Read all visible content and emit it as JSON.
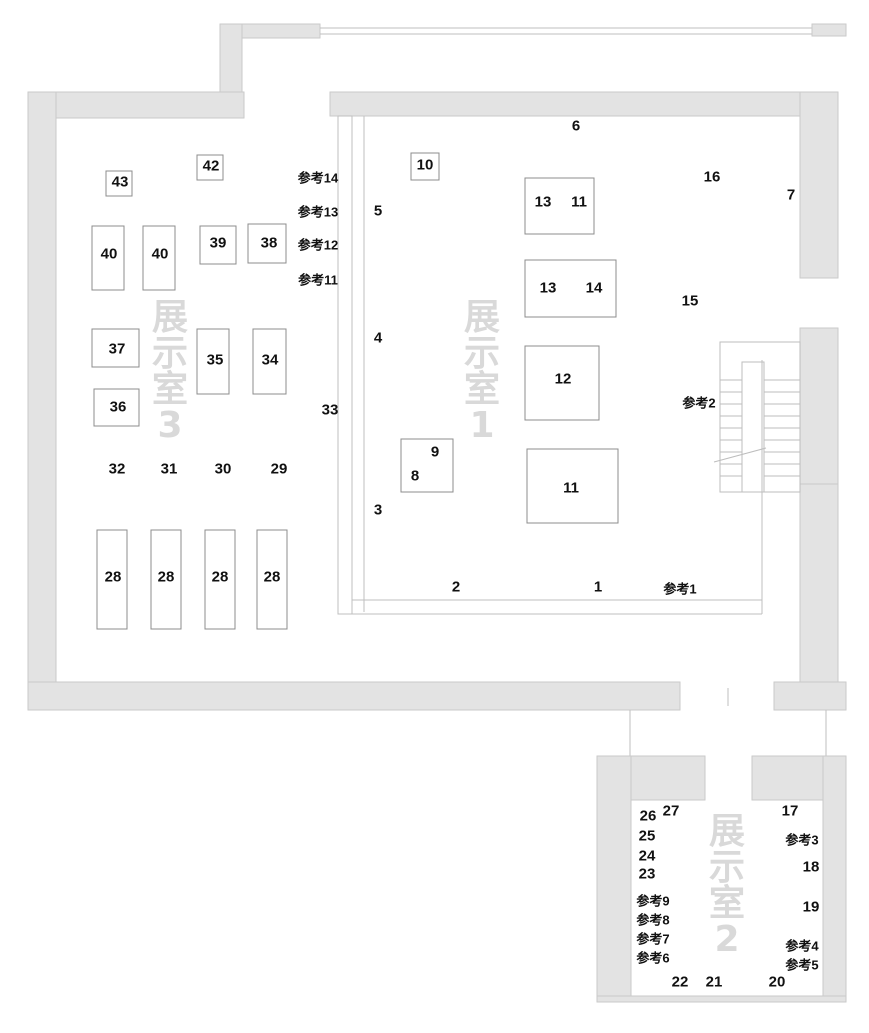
{
  "rooms": {
    "room1": "展示室1",
    "room2": "展示室2",
    "room3": "展示室3"
  },
  "labels": {
    "n1": "1",
    "n2": "2",
    "n3": "3",
    "n4": "4",
    "n5": "5",
    "n6": "6",
    "n7": "7",
    "n8": "8",
    "n9": "9",
    "n10": "10",
    "n11a": "11",
    "n11b": "11",
    "n12": "12",
    "n13a": "13",
    "n13b": "13",
    "n14": "14",
    "n15": "15",
    "n16": "16",
    "n17": "17",
    "n18": "18",
    "n19": "19",
    "n20": "20",
    "n21": "21",
    "n22": "22",
    "n23": "23",
    "n24": "24",
    "n25": "25",
    "n26": "26",
    "n27": "27",
    "n28a": "28",
    "n28b": "28",
    "n28c": "28",
    "n28d": "28",
    "n29": "29",
    "n30": "30",
    "n31": "31",
    "n32": "32",
    "n33": "33",
    "n34": "34",
    "n35": "35",
    "n36": "36",
    "n37": "37",
    "n38": "38",
    "n39": "39",
    "n40a": "40",
    "n40b": "40",
    "n42": "42",
    "n43": "43",
    "r1": "参考1",
    "r2": "参考2",
    "r3": "参考3",
    "r4": "参考4",
    "r5": "参考5",
    "r6": "参考6",
    "r7": "参考7",
    "r8": "参考8",
    "r9": "参考9",
    "r11": "参考11",
    "r12": "参考12",
    "r13": "参考13",
    "r14": "参考14"
  }
}
